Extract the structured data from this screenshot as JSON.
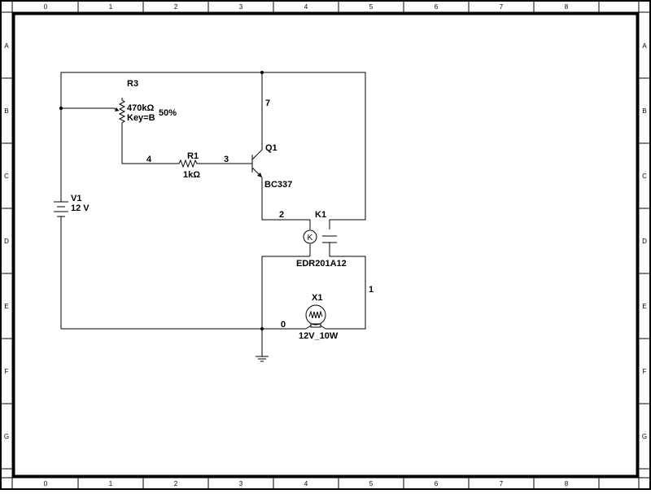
{
  "rulers": {
    "columns": [
      "0",
      "1",
      "2",
      "3",
      "4",
      "5",
      "6",
      "7",
      "8"
    ],
    "rows": [
      "A",
      "B",
      "C",
      "D",
      "E",
      "F",
      "G"
    ]
  },
  "components": {
    "r3": {
      "ref": "R3",
      "value": "470kΩ",
      "key": "Key=B",
      "setting": "50%"
    },
    "r1": {
      "ref": "R1",
      "value": "1kΩ"
    },
    "q1": {
      "ref": "Q1",
      "model": "BC337"
    },
    "v1": {
      "ref": "V1",
      "value": "12 V"
    },
    "k1": {
      "ref": "K1",
      "model": "EDR201A12",
      "coil_symbol": "K"
    },
    "x1": {
      "ref": "X1",
      "value": "12V_10W"
    }
  },
  "nets": [
    "0",
    "1",
    "2",
    "3",
    "4",
    "7"
  ]
}
